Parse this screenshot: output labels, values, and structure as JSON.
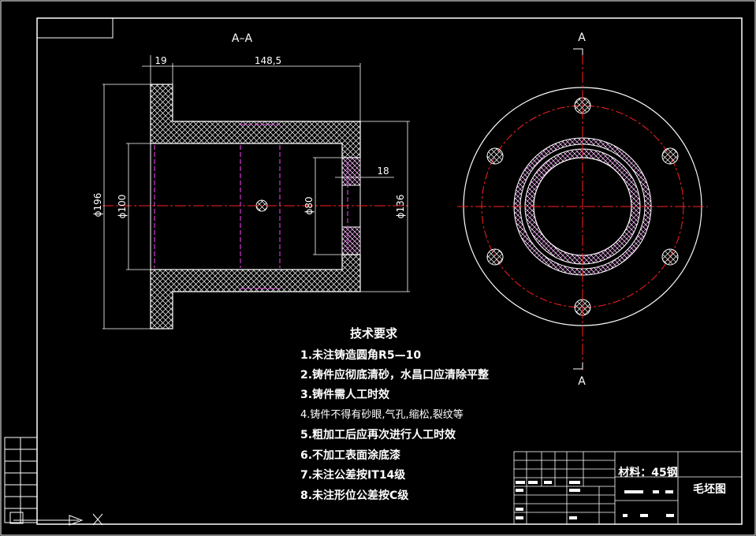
{
  "section_label": "A–A",
  "cut_marks": {
    "top": "A",
    "bottom": "A"
  },
  "dimensions": {
    "flange_thickness": "19",
    "body_length": "148,5",
    "bore_step": "18",
    "outer_diameter": "ϕ196",
    "bore_diameter": "ϕ100",
    "end_bore": "ϕ80",
    "body_diameter": "ϕ136"
  },
  "notes": {
    "heading": "技术要求",
    "items": [
      "1.未注铸造圆角R5—10",
      "2.铸件应彻底清砂，水昌口应清除平整",
      "3.铸件需人工时效",
      "4.铸件不得有砂眼,气孔,缩松,裂纹等",
      "5.粗加工后应再次进行人工时效",
      "6.不加工表面涂底漆",
      "7.未注公差按IT14级",
      "8.未注形位公差按C级"
    ]
  },
  "title_block": {
    "material": "材料：45钢",
    "drawing_name": "毛坯图"
  },
  "colors": {
    "background": "#000000",
    "line": "#ffffff",
    "centerline": "#ff2020",
    "hidden": "#ff40ff"
  }
}
